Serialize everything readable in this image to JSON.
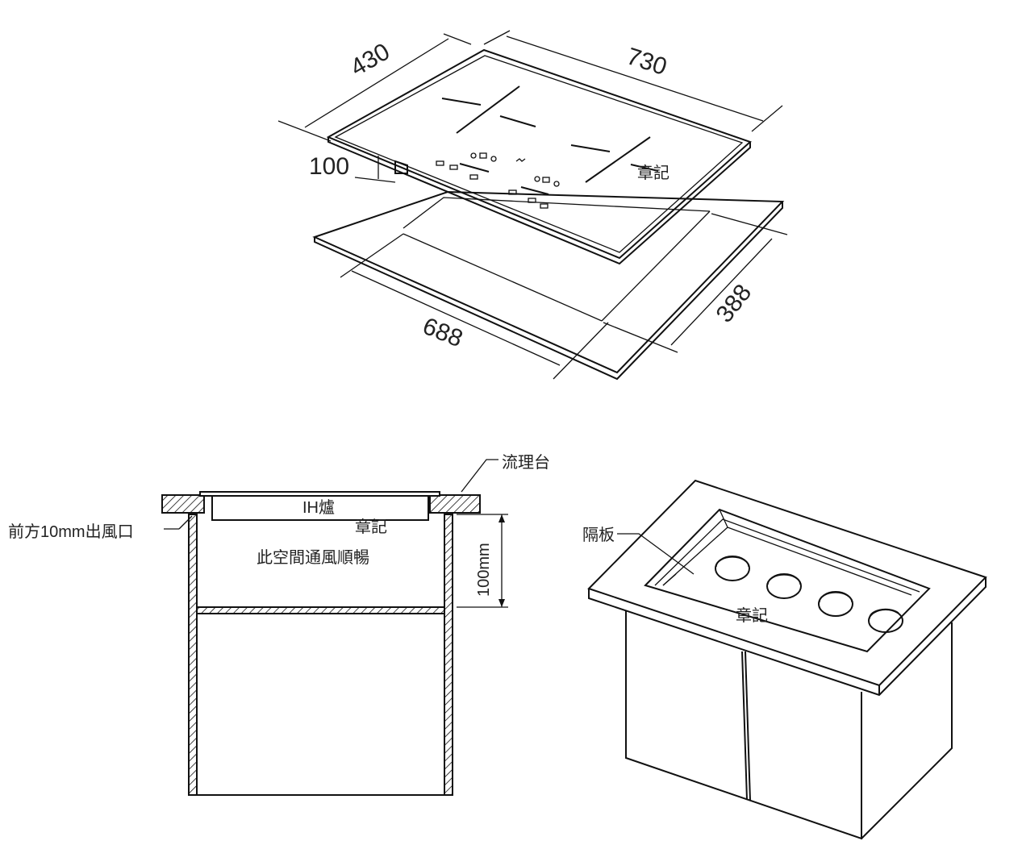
{
  "top_diagram": {
    "dim_depth": "430",
    "dim_width": "730",
    "dim_height": "100",
    "cutout_width": "688",
    "cutout_depth": "388",
    "stamp": "章記"
  },
  "section_diagram": {
    "countertop": "流理台",
    "cooktop": "IH爐",
    "front_vent": "前方10mm出風口",
    "ventilation_space": "此空間通風順暢",
    "clearance": "100mm",
    "stamp": "章記"
  },
  "cabinet_diagram": {
    "partition": "隔板",
    "stamp": "章記"
  }
}
